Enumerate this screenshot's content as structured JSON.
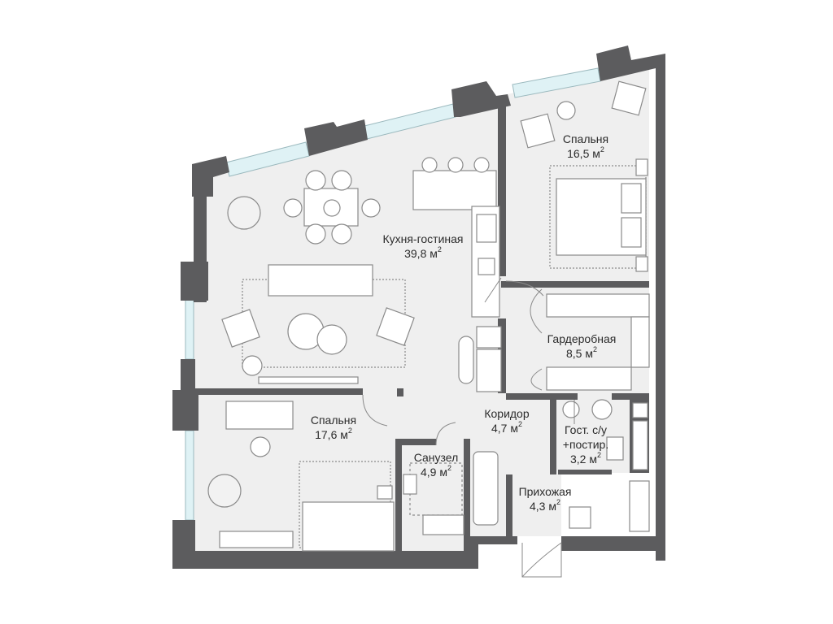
{
  "rooms": [
    {
      "key": "kitchen_living",
      "name": "Кухня-гостиная",
      "area": "39,8 м",
      "unit_sup": "2"
    },
    {
      "key": "bedroom_1",
      "name": "Спальня",
      "area": "16,5 м",
      "unit_sup": "2"
    },
    {
      "key": "wardrobe",
      "name": "Гардеробная",
      "area": "8,5 м",
      "unit_sup": "2"
    },
    {
      "key": "corridor",
      "name": "Коридор",
      "area": "4,7 м",
      "unit_sup": "2"
    },
    {
      "key": "guest_wc",
      "name": "Гост. с/у +постир.",
      "name_line1": "Гост. с/у",
      "name_line2": "+постир.",
      "area": "3,2 м",
      "unit_sup": "2"
    },
    {
      "key": "bedroom_2",
      "name": "Спальня",
      "area": "17,6 м",
      "unit_sup": "2"
    },
    {
      "key": "bathroom",
      "name": "Санузел",
      "area": "4,9 м",
      "unit_sup": "2"
    },
    {
      "key": "hallway",
      "name": "Прихожая",
      "area": "4,3 м",
      "unit_sup": "2"
    }
  ],
  "colors": {
    "wall": "#5c5c5e",
    "floor": "#efefef",
    "window": "#dff2f5",
    "furniture_line": "#8a8a8a",
    "text": "#2b2b2b"
  }
}
